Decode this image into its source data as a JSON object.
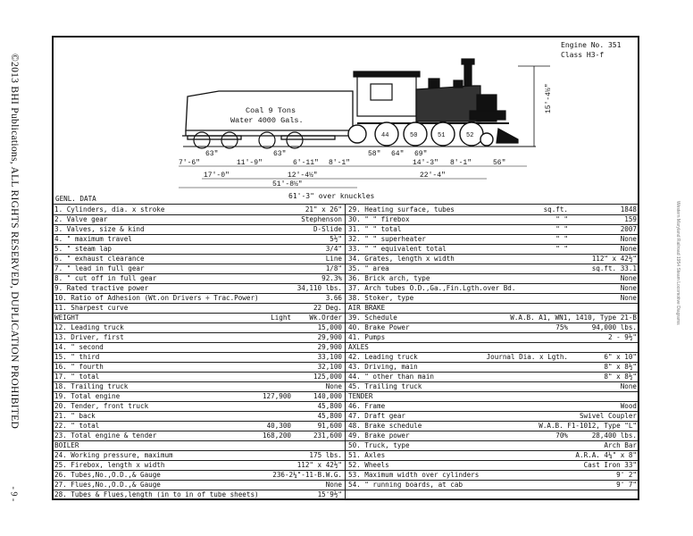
{
  "side_notice": "©2013 BHI Publications, ALL RIGHTS RESERVED, DUPLICATION PROHIBITED",
  "page_number": "- 9 -",
  "right_margin_text": "Western Maryland Railroad 1954 Steam Locomotive Diagrams",
  "engine": {
    "number": "Engine No. 351",
    "class": "Class H3-f"
  },
  "drawing": {
    "tender_text": [
      "Coal 9 Tons",
      "Water 4000 Gals."
    ],
    "driver_labels": [
      "44",
      "50",
      "51",
      "52"
    ],
    "height": "15'-4½\"",
    "dims_row1": [
      "7'-6\"",
      "63\"",
      "11'-9\"",
      "63\"",
      "6'-11\"",
      "8'-1\"",
      "58\"",
      "64\"",
      "69\"",
      "14'-3\"",
      "8'-1\"",
      "56\""
    ],
    "dims_row2": [
      "17'-0\"",
      "12'-4½\"",
      "22'-4\""
    ],
    "dims_row3": [
      "51'-8½\""
    ],
    "over_knuckles": "61'-3\" over knuckles",
    "genl_data": "GENL. DATA"
  },
  "left_rows": [
    {
      "label": "1. Cylinders, dia. x stroke",
      "value": "21\" x 26\""
    },
    {
      "label": "2. Valve gear",
      "value": "Stephenson"
    },
    {
      "label": "3. Valves, size & kind",
      "value": "D-Slide"
    },
    {
      "label": "4.    \"    maximum travel",
      "value": "5½\""
    },
    {
      "label": "5.    \"    steam lap",
      "value": "3/4\""
    },
    {
      "label": "6.    \"    exhaust clearance",
      "value": "Line"
    },
    {
      "label": "7.    \"    lead in full gear",
      "value": "1/8\""
    },
    {
      "label": "8.    \"    cut off in full gear",
      "value": "92.3%"
    },
    {
      "label": "9. Rated tractive power",
      "value": "34,110 lbs."
    },
    {
      "label": "10. Ratio of Adhesion (Wt.on Drivers ÷ Trac.Power)",
      "value": "3.66"
    },
    {
      "label": "11. Sharpest curve",
      "value": "22 Deg."
    },
    {
      "label": "    WEIGHT",
      "mid": "Light",
      "value": "Wk.Order"
    },
    {
      "label": "12. Leading truck",
      "value": "15,000"
    },
    {
      "label": "13. Driver, first",
      "value": "29,900"
    },
    {
      "label": "14.    \"    second",
      "value": "29,900"
    },
    {
      "label": "15.    \"    third",
      "value": "33,100"
    },
    {
      "label": "16.    \"    fourth",
      "value": "32,100"
    },
    {
      "label": "17.    \"    total",
      "value": "125,000"
    },
    {
      "label": "18. Trailing truck",
      "value": "None"
    },
    {
      "label": "19. Total engine",
      "mid": "127,900",
      "value": "140,000"
    },
    {
      "label": "20. Tender, front truck",
      "value": "45,800"
    },
    {
      "label": "21.    \"    back",
      "value": "45,800"
    },
    {
      "label": "22.    \"    total",
      "mid": "40,300",
      "value": "91,600"
    },
    {
      "label": "23. Total engine & tender",
      "mid": "168,200",
      "value": "231,600"
    },
    {
      "label": "    BOILER",
      "value": ""
    },
    {
      "label": "24. Working pressure, maximum",
      "value": "175 lbs."
    },
    {
      "label": "25. Firebox, length x width",
      "value": "112\" x 42½\""
    },
    {
      "label": "26. Tubes,No.,O.D.,& Gauge",
      "value": "236-2¼\"-11-B.W.G."
    },
    {
      "label": "27. Flues,No.,O.D.,& Gauge",
      "value": "None"
    },
    {
      "label": "28. Tubes & Flues,length (in to in of tube sheets)",
      "value": "15'9½\""
    }
  ],
  "right_rows": [
    {
      "label": "29. Heating surface, tubes",
      "mid": "sq.ft.",
      "value": "1848"
    },
    {
      "label": "30.    \"        \"    firebox",
      "mid": "\"    \"",
      "value": "159"
    },
    {
      "label": "31.    \"        \"    total",
      "mid": "\"    \"",
      "value": "2007"
    },
    {
      "label": "32.    \"        \"    superheater",
      "mid": "\"    \"",
      "value": "None"
    },
    {
      "label": "33.    \"        \"    equivalent total",
      "mid": "\"    \"",
      "value": "None"
    },
    {
      "label": "34. Grates, length x width",
      "value": "112\" x 42½\""
    },
    {
      "label": "35.    \"    area",
      "value": "sq.ft. 33.1"
    },
    {
      "label": "36. Brick arch, type",
      "value": "None"
    },
    {
      "label": "37. Arch tubes O.D.,Ga.,Fin.Lgth.over Bd.",
      "value": "None"
    },
    {
      "label": "38. Stoker, type",
      "value": "None"
    },
    {
      "label": "    AIR BRAKE",
      "value": ""
    },
    {
      "label": "39. Schedule",
      "value": "W.A.B. A1, WN1, 1410, Type 21-B"
    },
    {
      "label": "40. Brake Power",
      "mid": "75%",
      "value": "94,000 lbs."
    },
    {
      "label": "41. Pumps",
      "value": "2 - 9½\""
    },
    {
      "label": "    AXLES",
      "value": ""
    },
    {
      "label": "42. Leading truck",
      "mid": "Journal Dia. x Lgth.",
      "value": "6\" x 10\""
    },
    {
      "label": "43. Driving, main",
      "value": "8\" x 8½\""
    },
    {
      "label": "44.    \"    other than main",
      "value": "8\" x 8½\""
    },
    {
      "label": "45. Trailing truck",
      "value": "None"
    },
    {
      "label": "    TENDER",
      "value": ""
    },
    {
      "label": "46. Frame",
      "value": "Wood"
    },
    {
      "label": "47. Draft gear",
      "value": "Swivel Coupler"
    },
    {
      "label": "48. Brake schedule",
      "value": "W.A.B. F1-1012, Type \"L\""
    },
    {
      "label": "49. Brake power",
      "mid": "70%",
      "value": "28,400 lbs."
    },
    {
      "label": "50. Truck, type",
      "value": "Arch Bar"
    },
    {
      "label": "51. Axles",
      "value": "A.R.A. 4¼\" x 8\""
    },
    {
      "label": "52. Wheels",
      "value": "Cast Iron 33\""
    },
    {
      "label": "53. Maximum width over cylinders",
      "value": "9' 2\""
    },
    {
      "label": "54.    \"    running boards, at cab",
      "value": "9' 7\""
    }
  ]
}
